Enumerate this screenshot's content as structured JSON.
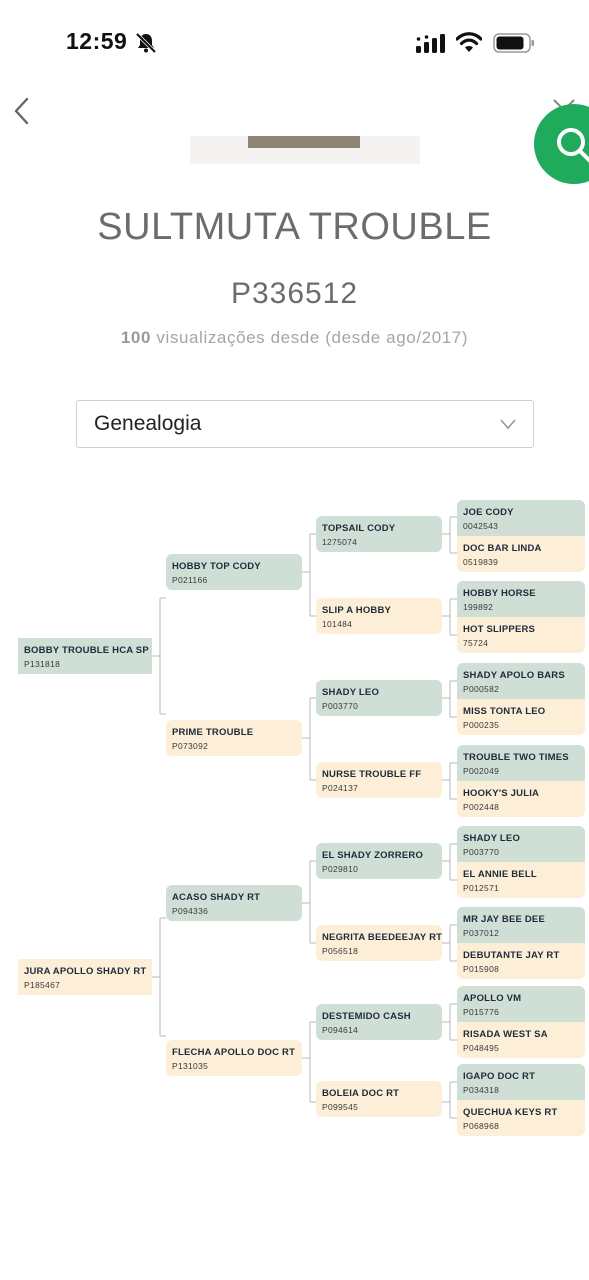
{
  "status_bar": {
    "time": "12:59"
  },
  "horse": {
    "name": "SULTMUTA TROUBLE",
    "registration": "P336512",
    "views_count": "100",
    "views_text": "visualizações desde",
    "views_since": "(desde ago/2017)"
  },
  "section_select": {
    "value": "Genealogia"
  },
  "icons": {
    "back": "chevron-left-icon",
    "close": "close-icon",
    "search": "search-icon",
    "dropdown": "chevron-down-icon",
    "notifications": "bell-slash-icon",
    "signal": "cellular-signal-icon",
    "wifi": "wifi-icon",
    "battery": "battery-icon"
  },
  "colors": {
    "male_node": "#cfdfd6",
    "female_node": "#fdefd7",
    "fab": "#1faa5c"
  },
  "pedigree": {
    "sire": {
      "name": "BOBBY TROUBLE HCA SP",
      "reg": "P131818"
    },
    "dam": {
      "name": "JURA APOLLO SHADY RT",
      "reg": "P185467"
    },
    "sire_sire": {
      "name": "HOBBY TOP CODY",
      "reg": "P021166"
    },
    "sire_dam": {
      "name": "PRIME TROUBLE",
      "reg": "P073092"
    },
    "dam_sire": {
      "name": "ACASO SHADY RT",
      "reg": "P094336"
    },
    "dam_dam": {
      "name": "FLECHA APOLLO DOC RT",
      "reg": "P131035"
    },
    "g3": [
      {
        "name": "TOPSAIL CODY",
        "reg": "1275074"
      },
      {
        "name": "SLIP A HOBBY",
        "reg": "101484"
      },
      {
        "name": "SHADY LEO",
        "reg": "P003770"
      },
      {
        "name": "NURSE TROUBLE FF",
        "reg": "P024137"
      },
      {
        "name": "EL SHADY ZORRERO",
        "reg": "P029810"
      },
      {
        "name": "NEGRITA BEEDEEJAY RT",
        "reg": "P056518"
      },
      {
        "name": "DESTEMIDO CASH",
        "reg": "P094614"
      },
      {
        "name": "BOLEIA DOC RT",
        "reg": "P099545"
      }
    ],
    "g4": [
      {
        "name": "JOE CODY",
        "reg": "0042543"
      },
      {
        "name": "DOC BAR LINDA",
        "reg": "0519839"
      },
      {
        "name": "HOBBY HORSE",
        "reg": "199892"
      },
      {
        "name": "HOT SLIPPERS",
        "reg": "75724"
      },
      {
        "name": "SHADY APOLO BARS",
        "reg": "P000582"
      },
      {
        "name": "MISS TONTA LEO",
        "reg": "P000235"
      },
      {
        "name": "TROUBLE TWO TIMES",
        "reg": "P002049"
      },
      {
        "name": "HOOKY'S JULIA",
        "reg": "P002448"
      },
      {
        "name": "SHADY LEO",
        "reg": "P003770"
      },
      {
        "name": "EL ANNIE BELL",
        "reg": "P012571"
      },
      {
        "name": "MR JAY BEE DEE",
        "reg": "P037012"
      },
      {
        "name": "DEBUTANTE JAY RT",
        "reg": "P015908"
      },
      {
        "name": "APOLLO VM",
        "reg": "P015776"
      },
      {
        "name": "RISADA WEST SA",
        "reg": "P048495"
      },
      {
        "name": "IGAPO DOC RT",
        "reg": "P034318"
      },
      {
        "name": "QUECHUA KEYS RT",
        "reg": "P068968"
      }
    ]
  }
}
